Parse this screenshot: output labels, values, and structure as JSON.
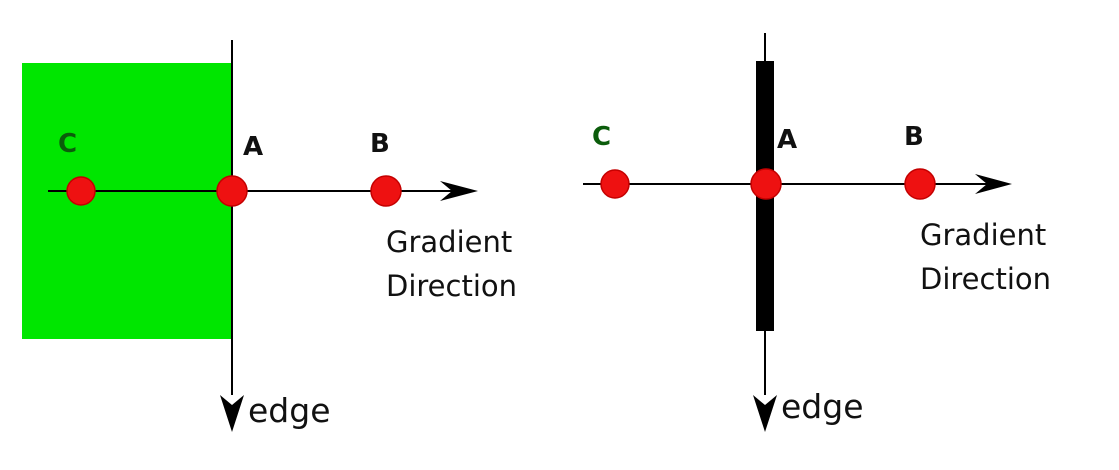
{
  "colors": {
    "background": "#ffffff",
    "green_region": "#00e600",
    "thin_edge": "#000000",
    "line": "#000000",
    "point_fill": "#ee1111",
    "point_stroke": "#c40000",
    "label_c": "#0b5c0b",
    "label_dark": "#111111"
  },
  "left_diagram": {
    "point_c": "C",
    "point_a": "A",
    "point_b": "B",
    "direction_line1": "Gradient",
    "direction_line2": "Direction",
    "edge_label": "edge"
  },
  "right_diagram": {
    "point_c": "C",
    "point_a": "A",
    "point_b": "B",
    "direction_line1": "Gradient",
    "direction_line2": "Direction",
    "edge_label": "edge"
  }
}
